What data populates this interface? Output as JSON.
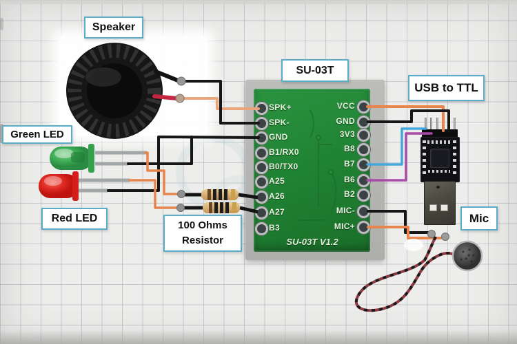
{
  "labels": {
    "speaker": "Speaker",
    "green_led": "Green LED",
    "red_led": "Red LED",
    "resistor_line1": "100 Ohms",
    "resistor_line2": "Resistor",
    "module": "SU-03T",
    "usb_ttl": "USB to TTL",
    "mic": "Mic"
  },
  "module": {
    "left_pins": [
      "SPK+",
      "SPK-",
      "GND",
      "B1/RX0",
      "B0/TX0",
      "A25",
      "A26",
      "A27",
      "B3"
    ],
    "right_pins": [
      "VCC",
      "GND",
      "3V3",
      "B8",
      "B7",
      "B6",
      "B2",
      "MIC-",
      "MIC+"
    ],
    "footer": "SU-03T V1.2"
  },
  "components": [
    "Speaker",
    "Green LED",
    "Red LED",
    "100 Ohms Resistor x2",
    "SU-03T voice module",
    "USB to TTL converter",
    "Electret Mic"
  ],
  "connections": [
    {
      "from": "Speaker black lead",
      "to": "SPK-",
      "wire": "black"
    },
    {
      "from": "Speaker red lead",
      "to": "SPK+",
      "wire": "orange"
    },
    {
      "from": "Green LED cathode",
      "to": "GND",
      "wire": "black"
    },
    {
      "from": "Red LED cathode",
      "to": "GND",
      "wire": "black"
    },
    {
      "from": "Green LED anode",
      "to": "A26 via 100 ohm resistor",
      "wire": "orange"
    },
    {
      "from": "Red LED anode",
      "to": "A27 via 100 ohm resistor",
      "wire": "orange"
    },
    {
      "from": "VCC",
      "to": "USB to TTL pin",
      "wire": "orange"
    },
    {
      "from": "GND (right)",
      "to": "USB to TTL pin",
      "wire": "black"
    },
    {
      "from": "B7",
      "to": "USB to TTL pin",
      "wire": "blue"
    },
    {
      "from": "B6",
      "to": "USB to TTL pin",
      "wire": "purple"
    },
    {
      "from": "MIC-",
      "to": "Mic",
      "wire": "black"
    },
    {
      "from": "MIC+",
      "to": "Mic",
      "wire": "orange"
    }
  ],
  "colors": {
    "wire_orange": "#e8854f",
    "wire_speaker_orange": "#eaa57b",
    "wire_black": "#161616",
    "wire_blue": "#44a8e0",
    "wire_purple": "#a84ca8",
    "label_border": "#58aec8",
    "pcb_green": "#1f8032",
    "led_green": "#3fae57",
    "led_red": "#e02a22",
    "resistor_body": "#d9af6e"
  }
}
